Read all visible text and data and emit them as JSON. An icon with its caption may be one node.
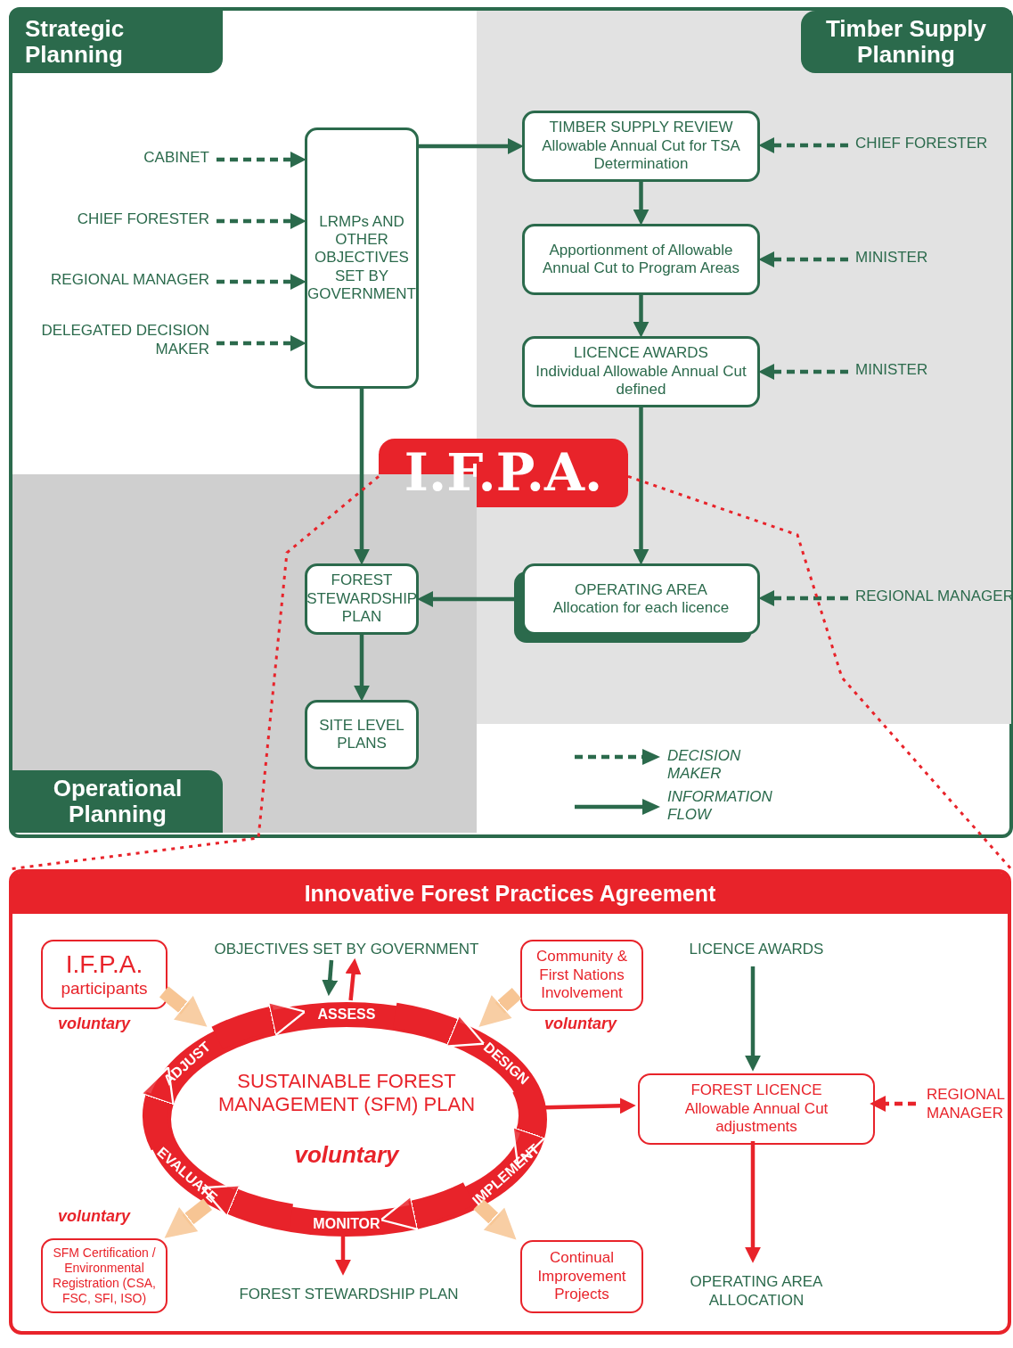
{
  "diagram": {
    "nodes": [
      {
        "text": [
          "Strategic Planning"
        ]
      },
      {
        "text": [
          "CABINET"
        ],
        "in": 0
      },
      {
        "text": [
          "CHIEF FORESTER"
        ],
        "in": 0
      },
      {
        "text": [
          "REGIONAL MANAGER"
        ],
        "in": 0
      },
      {
        "text": [
          "DELEGATED DECISION MAKER"
        ],
        "in": 0
      },
      {
        "text": [
          "LRMPs AND OTHER OBJECTIVES SET BY GOVERNMENT"
        ],
        "in": 0
      },
      {
        "text": [
          "Timber Supply Planning"
        ]
      },
      {
        "text": [
          "TIMBER SUPPLY REVIEW",
          "Allowable Annual Cut for TSA Determination"
        ],
        "in": 6
      },
      {
        "text": [
          "CHIEF FORESTER"
        ],
        "in": 6
      },
      {
        "text": [
          "Apportionment of Allowable Annual Cut to Program Areas"
        ],
        "in": 6
      },
      {
        "text": [
          "MINISTER"
        ],
        "in": 6
      },
      {
        "text": [
          "LICENCE AWARDS",
          "Individual Allowable Annual Cut defined"
        ],
        "in": 6
      },
      {
        "text": [
          "MINISTER"
        ],
        "in": 6
      },
      {
        "text": [
          "I.F.P.A."
        ]
      },
      {
        "text": [
          "Operational Planning"
        ]
      },
      {
        "text": [
          "FOREST STEWARDSHIP PLAN"
        ],
        "in": 14
      },
      {
        "text": [
          "OPERATING AREA",
          "Allocation for each licence"
        ],
        "in": 6
      },
      {
        "text": [
          "REGIONAL MANAGER"
        ],
        "in": 6
      },
      {
        "text": [
          "SITE LEVEL PLANS"
        ],
        "in": 14
      },
      {
        "text": [
          "Innovative Forest Practices Agreement"
        ]
      },
      {
        "text": [
          "I.F.P.A.",
          "participants"
        ],
        "in": 19
      },
      {
        "text": [
          "OBJECTIVES SET BY GOVERNMENT"
        ],
        "in": 19
      },
      {
        "text": [
          "Community & First Nations Involvement"
        ],
        "in": 19
      },
      {
        "text": [
          "LICENCE AWARDS"
        ],
        "in": 19
      },
      {
        "text": [
          "SUSTAINABLE FOREST MANAGEMENT (SFM) PLAN",
          "voluntary"
        ],
        "in": 19
      },
      {
        "text": [
          "ASSESS"
        ],
        "in": 24
      },
      {
        "text": [
          "DESIGN"
        ],
        "in": 24
      },
      {
        "text": [
          "IMPLEMENT"
        ],
        "in": 24
      },
      {
        "text": [
          "MONITOR"
        ],
        "in": 24
      },
      {
        "text": [
          "EVALUATE"
        ],
        "in": 24
      },
      {
        "text": [
          "ADJUST"
        ],
        "in": 24
      },
      {
        "text": [
          "FOREST LICENCE",
          "Allowable Annual Cut adjustments"
        ],
        "in": 19
      },
      {
        "text": [
          "REGIONAL MANAGER"
        ],
        "in": 19
      },
      {
        "text": [
          "SFM Certification / Environmental Registration (CSA, FSC, SFI, ISO)"
        ],
        "in": 19
      },
      {
        "text": [
          "FOREST STEWARDSHIP PLAN"
        ],
        "in": 19
      },
      {
        "text": [
          "Continual Improvement Projects"
        ],
        "in": 19
      },
      {
        "text": [
          "OPERATING AREA ALLOCATION"
        ],
        "in": 19
      }
    ],
    "edges": [
      {
        "from": 1,
        "to": 5,
        "arrow": "to",
        "style": "dashed"
      },
      {
        "from": 2,
        "to": 5,
        "arrow": "to",
        "style": "dashed"
      },
      {
        "from": 3,
        "to": 5,
        "arrow": "to",
        "style": "dashed"
      },
      {
        "from": 4,
        "to": 5,
        "arrow": "to",
        "style": "dashed"
      },
      {
        "from": 5,
        "to": 7,
        "arrow": "to"
      },
      {
        "from": 8,
        "to": 7,
        "arrow": "to",
        "style": "dashed"
      },
      {
        "from": 7,
        "to": 9,
        "arrow": "to"
      },
      {
        "from": 10,
        "to": 9,
        "arrow": "to",
        "style": "dashed"
      },
      {
        "from": 9,
        "to": 11,
        "arrow": "to"
      },
      {
        "from": 12,
        "to": 11,
        "arrow": "to",
        "style": "dashed"
      },
      {
        "from": 5,
        "to": 15,
        "arrow": "to"
      },
      {
        "from": 11,
        "to": 16,
        "arrow": "to"
      },
      {
        "from": 17,
        "to": 16,
        "arrow": "to",
        "style": "dashed"
      },
      {
        "from": 16,
        "to": 15,
        "arrow": "to"
      },
      {
        "from": 15,
        "to": 18,
        "arrow": "to"
      },
      {
        "from": 13,
        "to": 19,
        "arrow": "none",
        "style": "dashed",
        "color": "#e8232a"
      },
      {
        "from": 13,
        "to": 19,
        "arrow": "none",
        "style": "dashed",
        "color": "#e8232a"
      },
      {
        "from": 20,
        "to": 24,
        "arrow": "to",
        "label": "voluntary",
        "style": "thick",
        "color": "#f7c594"
      },
      {
        "from": 22,
        "to": 24,
        "arrow": "to",
        "label": "voluntary",
        "style": "thick",
        "color": "#f7c594"
      },
      {
        "from": 21,
        "to": 24,
        "arrow": "to"
      },
      {
        "from": 25,
        "to": 21,
        "arrow": "to",
        "color": "#e8232a"
      },
      {
        "from": 25,
        "to": 26,
        "arrow": "to",
        "style": "thick",
        "color": "#e8232a"
      },
      {
        "from": 26,
        "to": 27,
        "arrow": "to",
        "style": "thick",
        "color": "#e8232a"
      },
      {
        "from": 27,
        "to": 28,
        "arrow": "to",
        "style": "thick",
        "color": "#e8232a"
      },
      {
        "from": 28,
        "to": 29,
        "arrow": "to",
        "style": "thick",
        "color": "#e8232a"
      },
      {
        "from": 29,
        "to": 30,
        "arrow": "to",
        "style": "thick",
        "color": "#e8232a"
      },
      {
        "from": 30,
        "to": 25,
        "arrow": "to",
        "style": "thick",
        "color": "#e8232a"
      },
      {
        "from": 24,
        "to": 33,
        "arrow": "to",
        "label": "voluntary",
        "style": "thick",
        "color": "#f7c594"
      },
      {
        "from": 24,
        "to": 35,
        "arrow": "to",
        "style": "thick",
        "color": "#f7c594"
      },
      {
        "from": 28,
        "to": 34,
        "arrow": "to",
        "color": "#e8232a"
      },
      {
        "from": 24,
        "to": 31,
        "arrow": "to",
        "color": "#e8232a"
      },
      {
        "from": 23,
        "to": 31,
        "arrow": "to"
      },
      {
        "from": 32,
        "to": 31,
        "arrow": "to",
        "style": "dashed",
        "color": "#e8232a"
      },
      {
        "from": 31,
        "to": 36,
        "arrow": "to",
        "color": "#e8232a"
      }
    ],
    "legend": [
      {
        "text": "DECISION MAKER"
      },
      {
        "text": "INFORMATION FLOW"
      }
    ]
  }
}
